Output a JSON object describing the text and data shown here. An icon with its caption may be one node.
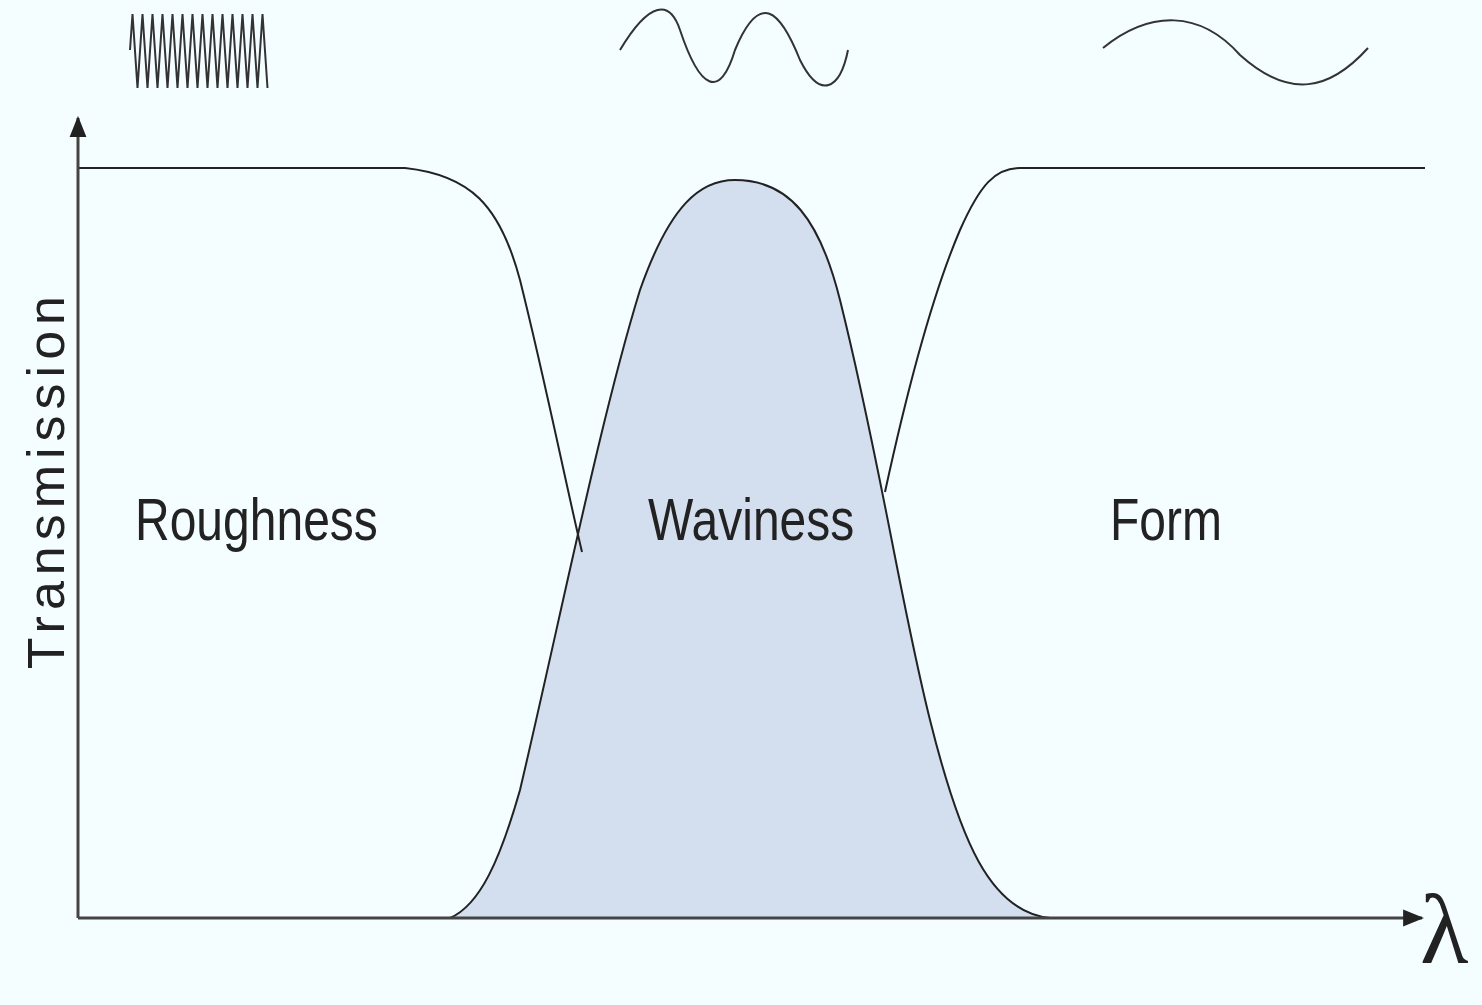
{
  "diagram": {
    "labels": [
      "Transmission",
      "Roughness",
      "Waviness",
      "Form",
      "λ"
    ]
  }
}
